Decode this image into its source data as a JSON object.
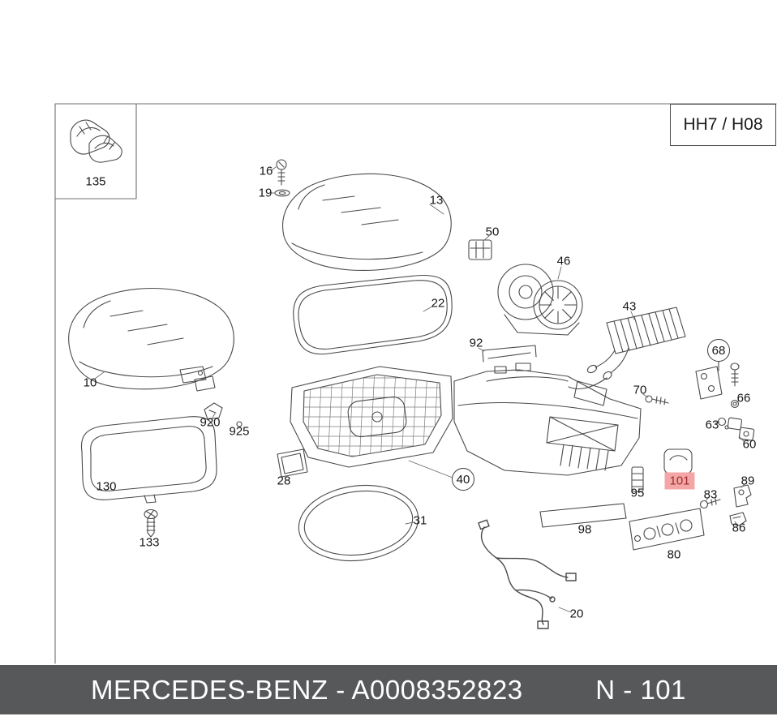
{
  "title_block": {
    "page_code": "HH7 / H08"
  },
  "footer": {
    "brand_text": "MERCEDES-BENZ - A0008352823",
    "ref_text": "N - 101"
  },
  "colors": {
    "footer_bg": "#57585A",
    "footer_text": "#FFFFFF",
    "highlight_bg": "#F4A6A6",
    "highlight_text": "#992E2E",
    "line": "#4A4A4A"
  },
  "highlighted_part": "101",
  "callouts": {
    "c135": "135",
    "c16": "16",
    "c19": "19",
    "c13": "13",
    "c50": "50",
    "c46": "46",
    "c22": "22",
    "c43": "43",
    "c92": "92",
    "c68": "68",
    "c10": "10",
    "c70": "70",
    "c66": "66",
    "c63": "63",
    "c60": "60",
    "c920": "920",
    "c925": "925",
    "c95": "95",
    "c101": "101",
    "c89": "89",
    "c83": "83",
    "c86": "86",
    "c130": "130",
    "c28": "28",
    "c40": "40",
    "c98": "98",
    "c31": "31",
    "c80": "80",
    "c133": "133",
    "c20": "20"
  }
}
